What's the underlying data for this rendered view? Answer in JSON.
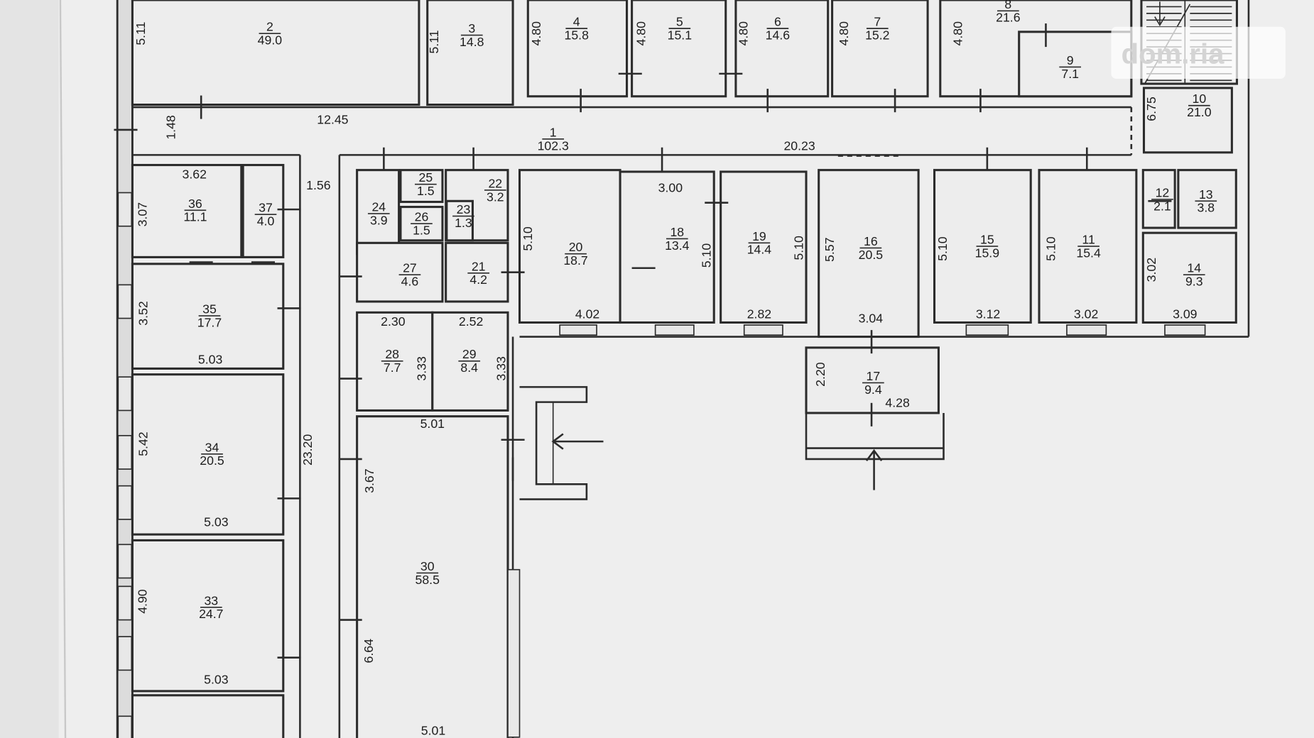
{
  "watermark": "dom.ria",
  "rooms": [
    {
      "number": "1",
      "area": "102.3"
    },
    {
      "number": "2",
      "area": "49.0"
    },
    {
      "number": "3",
      "area": "14.8"
    },
    {
      "number": "4",
      "area": "15.8"
    },
    {
      "number": "5",
      "area": "15.1"
    },
    {
      "number": "6",
      "area": "14.6"
    },
    {
      "number": "7",
      "area": "15.2"
    },
    {
      "number": "8",
      "area": "21.6"
    },
    {
      "number": "9",
      "area": "7.1"
    },
    {
      "number": "10",
      "area": "21.0"
    },
    {
      "number": "11",
      "area": "15.4"
    },
    {
      "number": "12",
      "area": "2.1"
    },
    {
      "number": "13",
      "area": "3.8"
    },
    {
      "number": "14",
      "area": "9.3"
    },
    {
      "number": "15",
      "area": "15.9"
    },
    {
      "number": "16",
      "area": "20.5"
    },
    {
      "number": "17",
      "area": "9.4"
    },
    {
      "number": "18",
      "area": "13.4"
    },
    {
      "number": "19",
      "area": "14.4"
    },
    {
      "number": "20",
      "area": "18.7"
    },
    {
      "number": "21",
      "area": "4.2"
    },
    {
      "number": "22",
      "area": "3.2"
    },
    {
      "number": "23",
      "area": "1.3"
    },
    {
      "number": "24",
      "area": "3.9"
    },
    {
      "number": "25",
      "area": "1.5"
    },
    {
      "number": "26",
      "area": "1.5"
    },
    {
      "number": "27",
      "area": "4.6"
    },
    {
      "number": "28",
      "area": "7.7"
    },
    {
      "number": "29",
      "area": "8.4"
    },
    {
      "number": "30",
      "area": "58.5"
    },
    {
      "number": "33",
      "area": "24.7"
    },
    {
      "number": "34",
      "area": "20.5"
    },
    {
      "number": "35",
      "area": "17.7"
    },
    {
      "number": "36",
      "area": "11.1"
    },
    {
      "number": "37",
      "area": "4.0"
    }
  ],
  "dimensions_horizontal": [
    "12.45",
    "20.23",
    "3.62",
    "1.56",
    "3.00",
    "4.02",
    "2.82",
    "3.04",
    "3.12",
    "3.02",
    "3.09",
    "4.28",
    "2.30",
    "2.52",
    "5.03",
    "5.01",
    "5.03",
    "5.03",
    "5.01"
  ],
  "dimensions_vertical": [
    "5.11",
    "5.11",
    "4.80",
    "4.80",
    "4.80",
    "4.80",
    "4.80",
    "1.48",
    "6.75",
    "3.07",
    "5.10",
    "5.10",
    "5.10",
    "5.57",
    "5.10",
    "5.10",
    "3.02",
    "3.52",
    "3.33",
    "3.33",
    "2.20",
    "5.42",
    "23.20",
    "3.67",
    "4.90",
    "6.64"
  ]
}
